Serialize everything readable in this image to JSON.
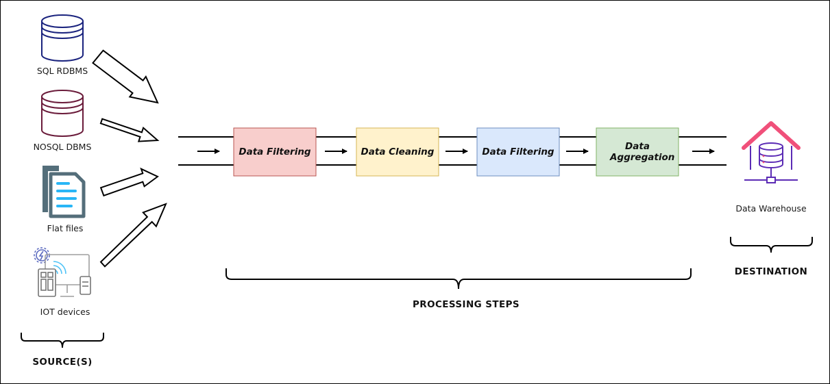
{
  "sources": {
    "items": [
      {
        "label": "SQL RDBMS",
        "icon": "sql-database-icon",
        "color": "#1a237e"
      },
      {
        "label": "NOSQL DBMS",
        "icon": "nosql-database-icon",
        "color": "#6a1b3a"
      },
      {
        "label": "Flat files",
        "icon": "flat-files-icon",
        "color": "#546e7a"
      },
      {
        "label": "IOT devices",
        "icon": "iot-devices-icon",
        "color": "#5c6bc0"
      }
    ],
    "heading": "SOURCE(S)"
  },
  "processing": {
    "steps": [
      {
        "label": "Data Filtering",
        "fill": "#f8cecc",
        "stroke": "#b85450"
      },
      {
        "label": "Data Cleaning",
        "fill": "#fff2cc",
        "stroke": "#d6b656"
      },
      {
        "label": "Data Filtering",
        "fill": "#dae8fc",
        "stroke": "#6c8ebf"
      },
      {
        "label": "Data Aggregation",
        "fill": "#d5e8d4",
        "stroke": "#82b366"
      }
    ],
    "heading": "PROCESSING STEPS"
  },
  "destination": {
    "label": "Data Warehouse",
    "icon": "data-warehouse-icon",
    "heading": "DESTINATION",
    "roof_color": "#f0507a",
    "db_color": "#5b2bb5"
  }
}
